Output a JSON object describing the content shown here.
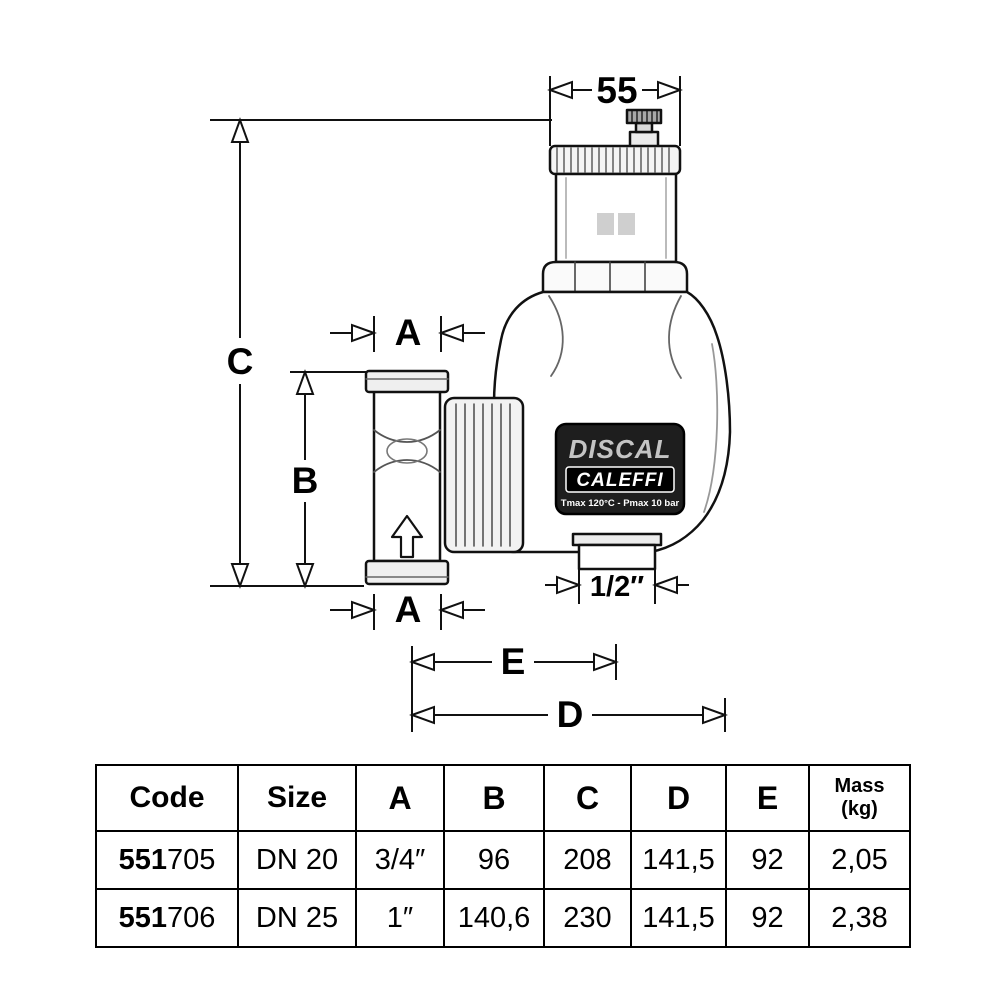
{
  "diagram": {
    "labels": {
      "top_width": "55",
      "a_top": "A",
      "a_bottom": "A",
      "b": "B",
      "c": "C",
      "d": "D",
      "e": "E",
      "port": "1/2″"
    },
    "badge": {
      "brand": "DISCAL",
      "maker": "CALEFFI",
      "spec": "Tmax 120°C - Pmax 10 bar"
    }
  },
  "table": {
    "headers": {
      "code": "Code",
      "size": "Size",
      "a": "A",
      "b": "B",
      "c": "C",
      "d": "D",
      "e": "E",
      "mass_line1": "Mass",
      "mass_line2": "(kg)"
    },
    "rows": [
      {
        "code_bold": "551",
        "code_rest": "705",
        "size": "DN 20",
        "a": "3/4″",
        "b": "96",
        "c": "208",
        "d": "141,5",
        "e": "92",
        "mass": "2,05"
      },
      {
        "code_bold": "551",
        "code_rest": "706",
        "size": "DN 25",
        "a": "1″",
        "b": "140,6",
        "c": "230",
        "d": "141,5",
        "e": "92",
        "mass": "2,38"
      }
    ]
  }
}
